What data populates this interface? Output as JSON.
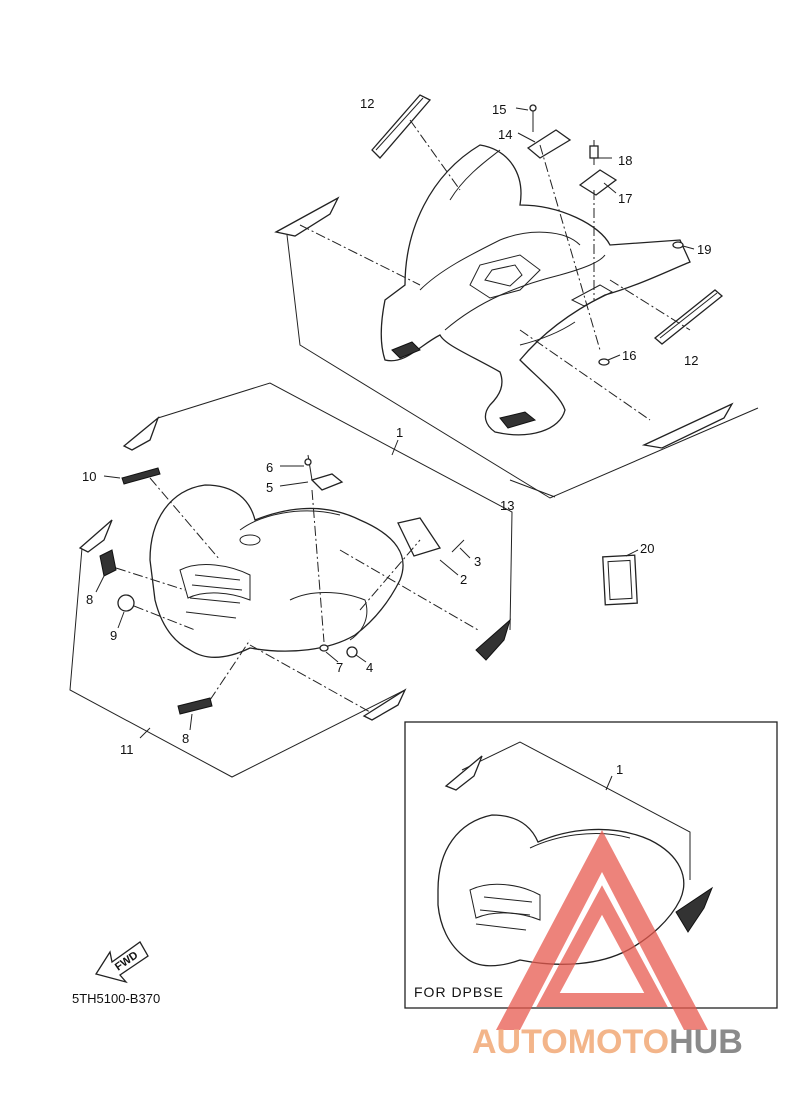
{
  "diagram": {
    "code": "5TH5100-B370",
    "inset_caption": "FOR DPBSE",
    "fwd_label": "FWD",
    "callouts": {
      "c12a": "12",
      "c15": "15",
      "c14": "14",
      "c18": "18",
      "c17": "17",
      "c19": "19",
      "c12b": "12",
      "c16": "16",
      "c13": "13",
      "c1": "1",
      "c6": "6",
      "c5": "5",
      "c10": "10",
      "c3": "3",
      "c2": "2",
      "c8a": "8",
      "c9": "9",
      "c7": "7",
      "c4": "4",
      "c8b": "8",
      "c11": "11",
      "c20": "20",
      "c1_inset": "1"
    }
  },
  "watermark": {
    "part1": "AUTO",
    "part2": "MOTO",
    "part3": "HUB",
    "triangle_color": "#e85a4f",
    "text_color": "#f3b58a",
    "hub_color": "#8a8a8a"
  }
}
